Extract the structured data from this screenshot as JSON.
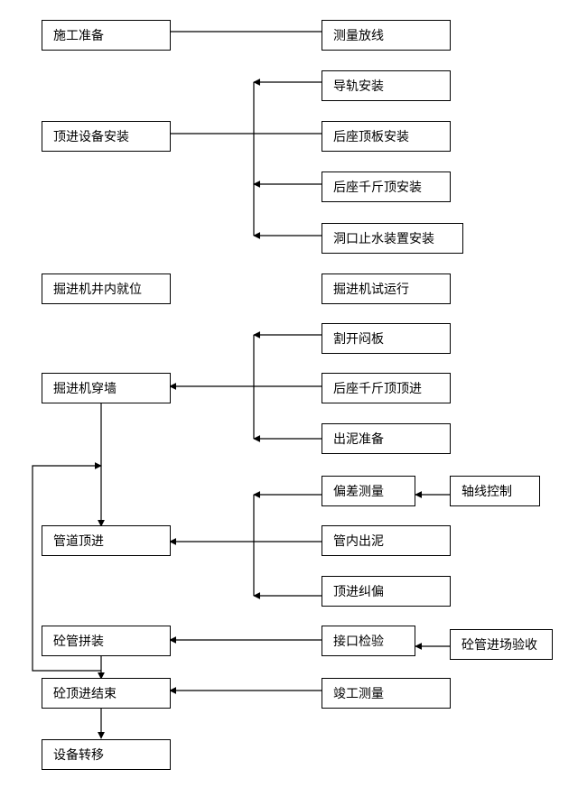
{
  "colors": {
    "line": "#000000",
    "box_border": "#000000",
    "background": "#ffffff"
  },
  "nodes": {
    "shigong_zhunbei": "施工准备",
    "celiang_fangxian": "测量放线",
    "daogui_anzhuang": "导轨安装",
    "dingjin_shebei_anzhuang": "顶进设备安装",
    "houzuo_dingban_anzhuang": "后座顶板安装",
    "houzuo_qianjinding_anzhuang": "后座千斤顶安装",
    "dongkou_zhishui_anzhuang": "洞口止水装置安装",
    "juejinji_jingnei_jiuwei": "掘进机井内就位",
    "juejinji_shiyunxing": "掘进机试运行",
    "gekai_zhaban": "割开闷板",
    "juejinji_chuanqiang": "掘进机穿墙",
    "houzuo_qianjinding_dingjin": "后座千斤顶顶进",
    "chuni_zhunbei": "出泥准备",
    "piancha_celiang": "偏差测量",
    "zhouxian_kongzhi": "轴线控制",
    "guandao_dingjin": "管道顶进",
    "guannei_chuni": "管内出泥",
    "dingjin_jiupian": "顶进纠偏",
    "tongguan_pinzhuang": "砼管拼装",
    "jiekou_jianyan": "接口检验",
    "tongguan_jinchang_yanshou": "砼管进场验收",
    "tongding_jinjieshu": "砼顶进结束",
    "jungong_celiang": "竣工测量",
    "shebei_zhuanyi": "设备转移"
  }
}
